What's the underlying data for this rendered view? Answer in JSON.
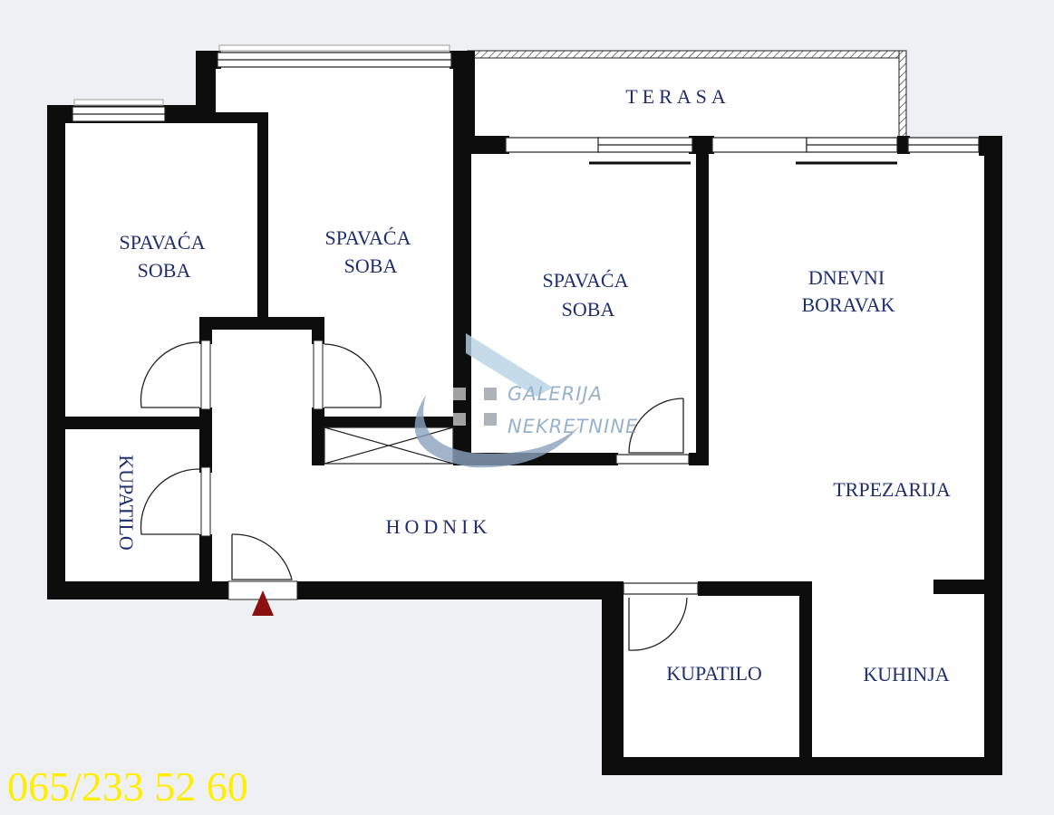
{
  "rooms": {
    "terrace": "TERASA",
    "bedroom_1": [
      "SPAVAĆA",
      "SOBA"
    ],
    "bedroom_2": [
      "SPAVAĆA",
      "SOBA"
    ],
    "bedroom_3": [
      "SPAVAĆA",
      "SOBA"
    ],
    "living_room": [
      "DNEVNI",
      "BORAVAK"
    ],
    "bathroom_1": "KUPATILO",
    "hallway": "HODNIK",
    "dining": "TRPEZARIJA",
    "bathroom_2": "KUPATILO",
    "kitchen": "KUHINJA"
  },
  "watermark": {
    "line_1": "GALERIJA",
    "line_2": "NEKRETNINE"
  },
  "phone": "065/233 52 60",
  "colors": {
    "wall": "#0d0d0d",
    "label": "#1f2f6e",
    "entrance_marker": "#8b1010",
    "phone": "#ffee00",
    "background": "#eef0f3"
  }
}
